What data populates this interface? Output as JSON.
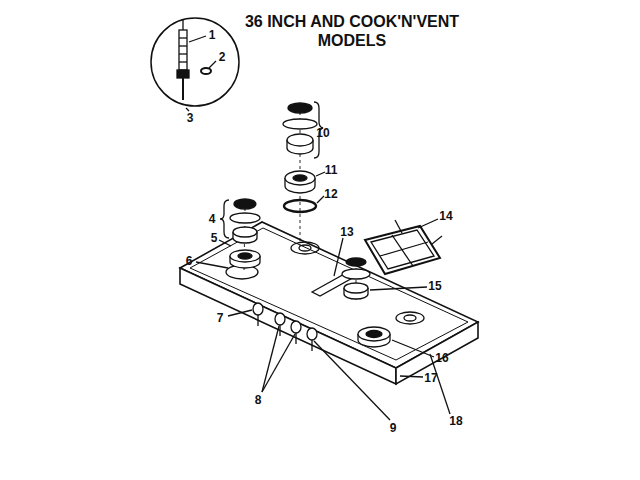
{
  "diagram": {
    "title": "36 INCH AND COOK'N'VENT MODELS",
    "labels": [
      "1",
      "2",
      "3",
      "4",
      "5",
      "6",
      "7",
      "8",
      "9",
      "10",
      "11",
      "12",
      "13",
      "14",
      "15",
      "16",
      "17",
      "18"
    ]
  }
}
